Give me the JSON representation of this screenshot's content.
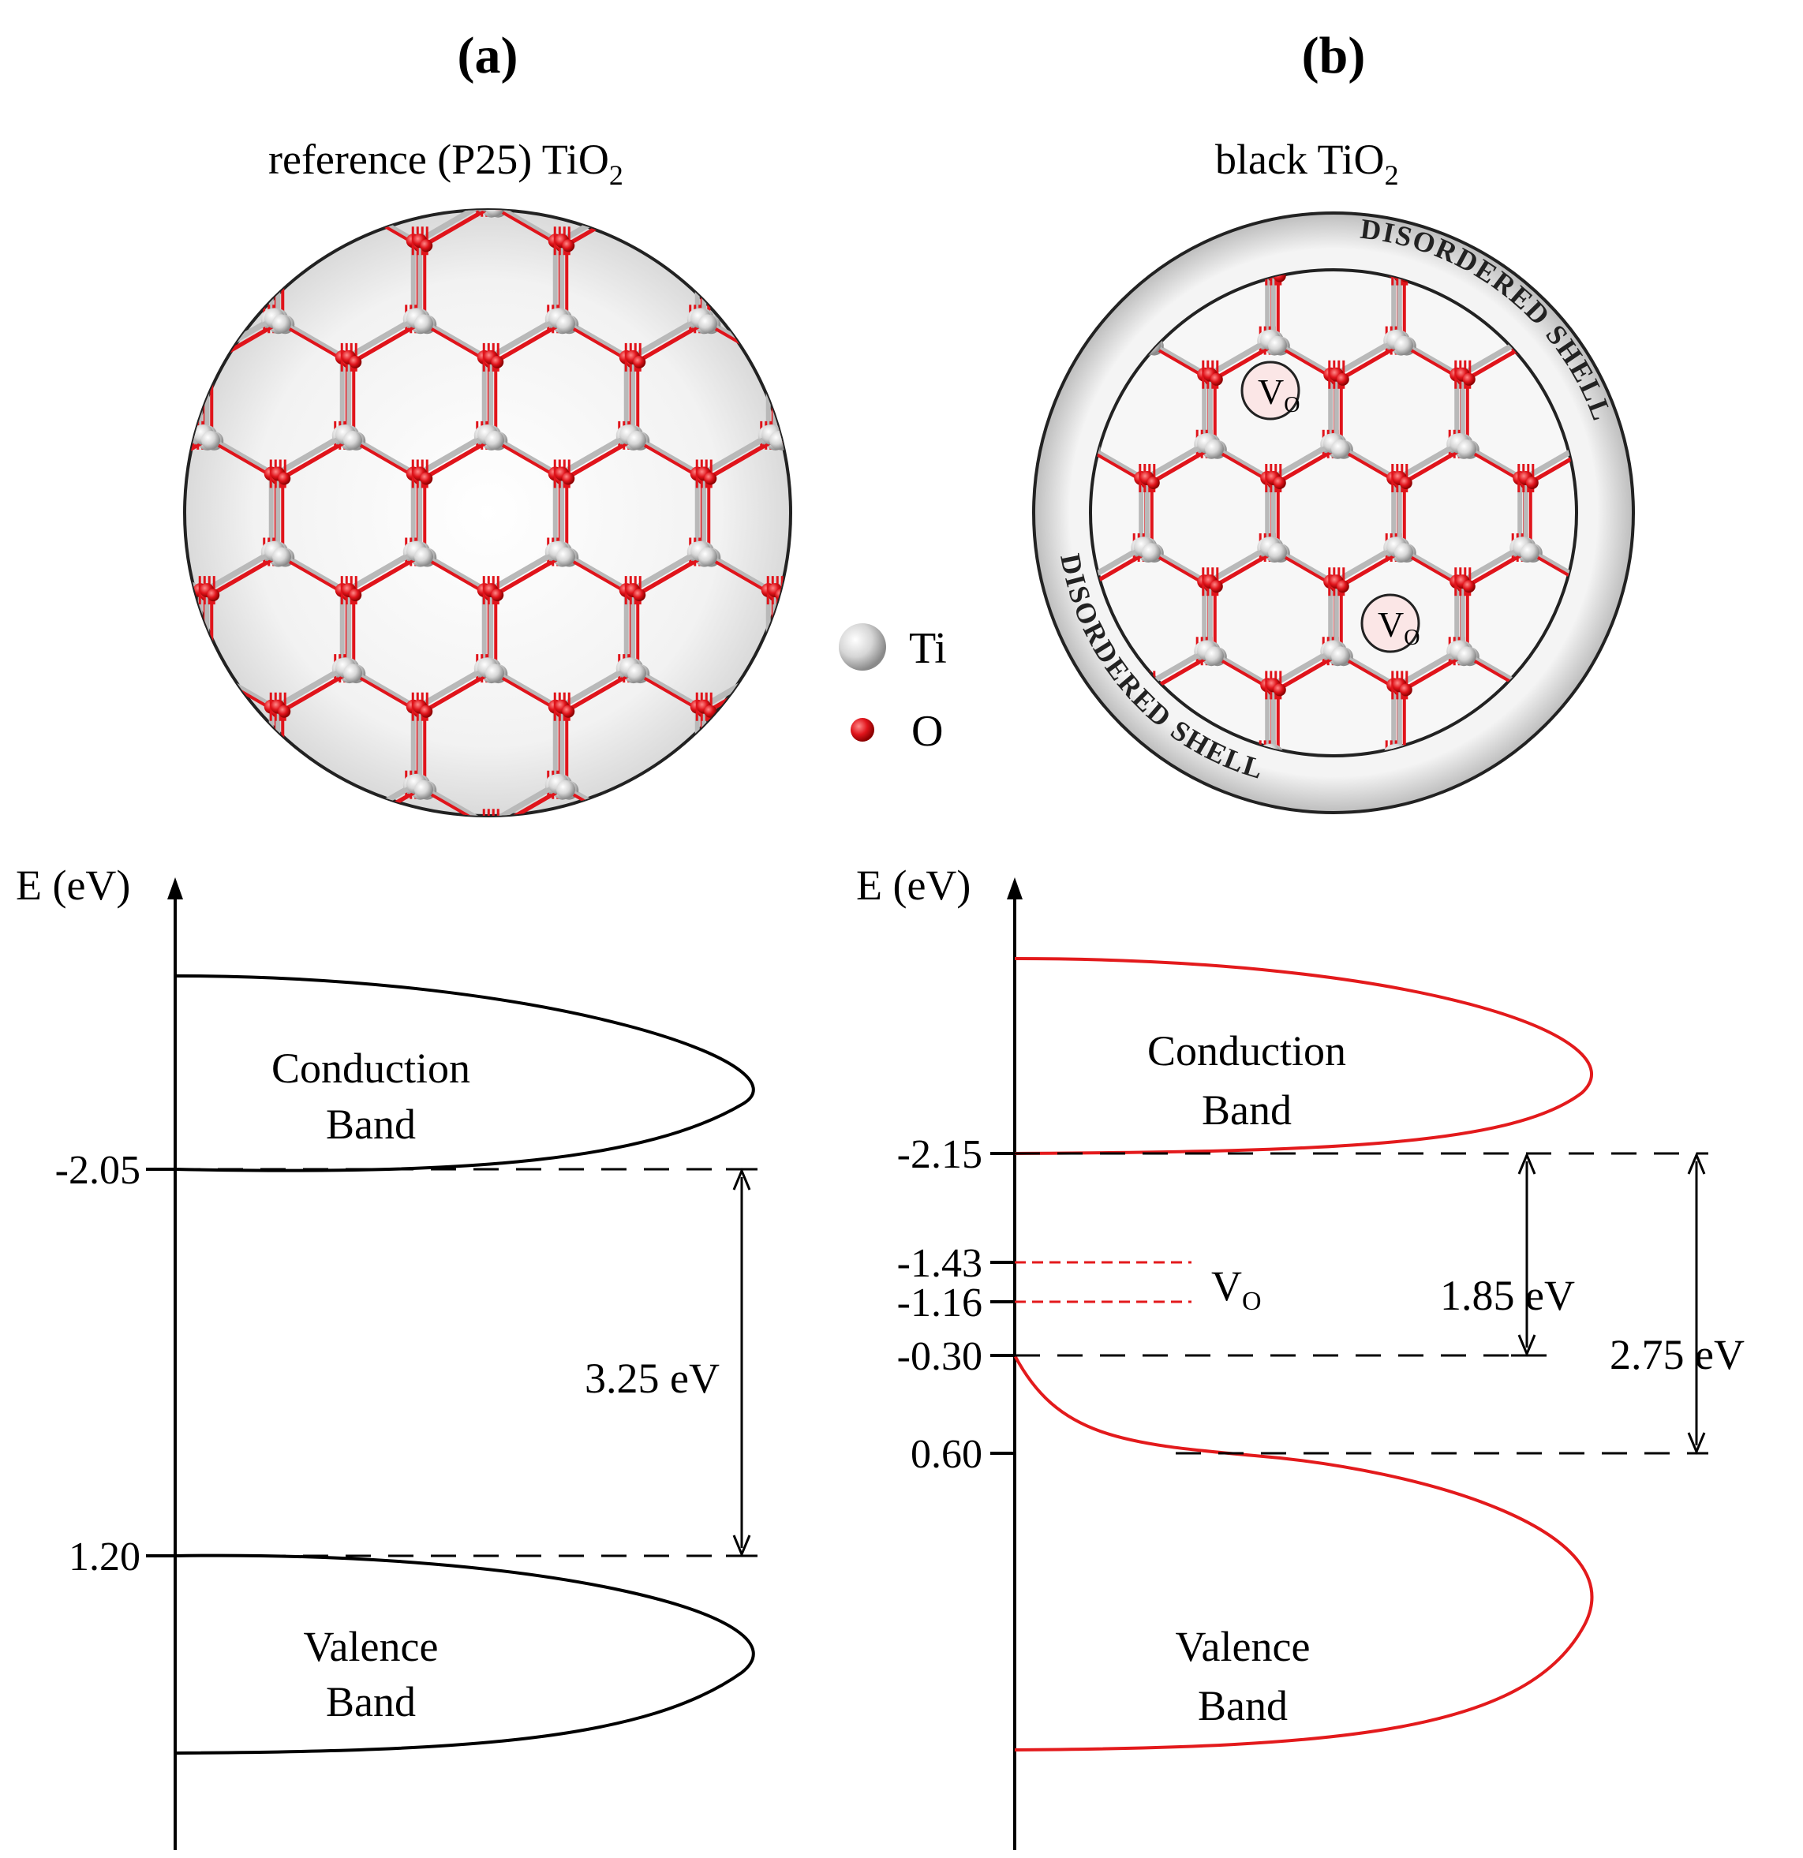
{
  "panel_a": {
    "label": "(a)",
    "title_main": "reference (P25) TiO",
    "title_sub": "2",
    "axis_label": "E (eV)",
    "conduction_band": [
      "Conduction",
      "Band"
    ],
    "valence_band": [
      "Valence",
      "Band"
    ],
    "levels": [
      "-2.05",
      "1.20"
    ],
    "gap_label": "3.25 eV"
  },
  "panel_b": {
    "label": "(b)",
    "title_main": "black TiO",
    "title_sub": "2",
    "axis_label": "E (eV)",
    "conduction_band": [
      "Conduction",
      "Band"
    ],
    "valence_band": [
      "Valence",
      "Band"
    ],
    "levels": [
      "-2.15",
      "-1.43",
      "-1.16",
      "-0.30",
      "0.60"
    ],
    "vo_label_main": "V",
    "vo_label_sub": "O",
    "gap1_label": "1.85 eV",
    "gap2_label": "2.75 eV",
    "shell_text": "DISORDERED SHELL"
  },
  "legend": {
    "ti": "Ti",
    "o": "O"
  },
  "colors": {
    "oxygen": "#e0141b",
    "titanium": "#d8d8d8",
    "black_tio2_curve": "#e31a1c",
    "reference_curve": "#000000"
  }
}
